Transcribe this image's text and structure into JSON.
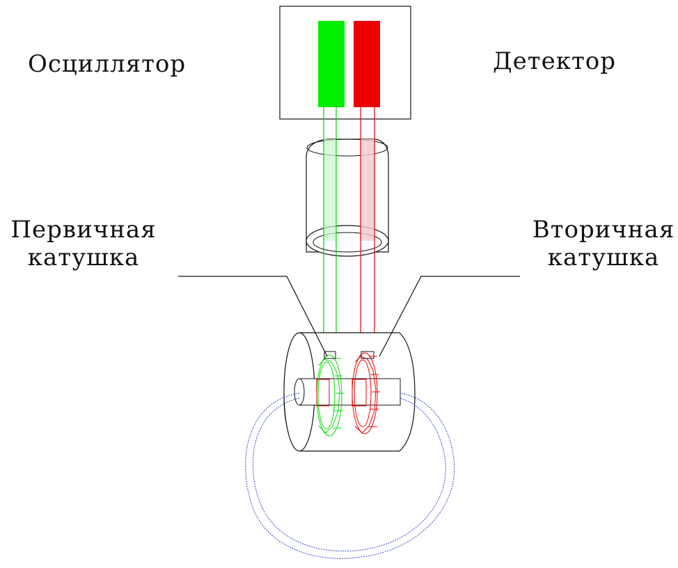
{
  "labels": {
    "oscillator": "Осциллятор",
    "detector": "Детектор",
    "primary_line1": "Первичная",
    "primary_line2": "катушка",
    "secondary_line1": "Вторичная",
    "secondary_line2": "катушка"
  },
  "colors": {
    "primary": "#00ee00",
    "secondary": "#ee0000",
    "loop": "#3344cc",
    "outline": "#111111"
  }
}
